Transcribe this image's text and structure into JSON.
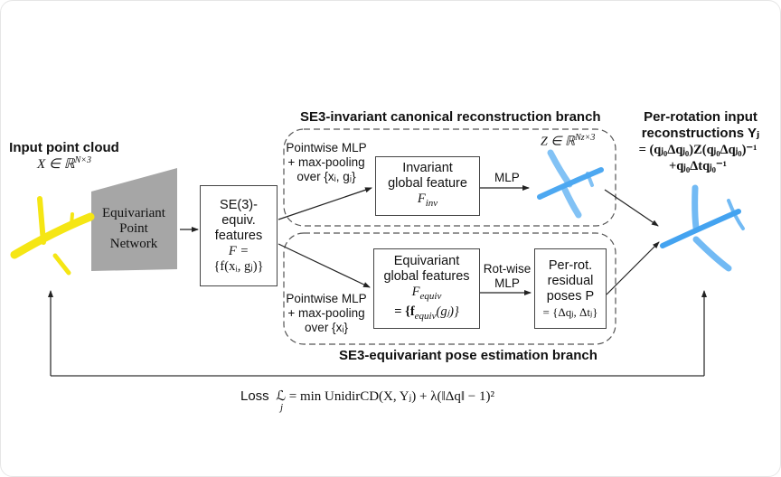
{
  "input": {
    "title": "Input point cloud",
    "formula": "X ∈ ℝ",
    "formula_sup": "N×3",
    "point_cloud_color": "#f5e614"
  },
  "network": {
    "label_lines": [
      "Equivariant",
      "Point",
      "Network"
    ],
    "fill_color": "#a6a6a6"
  },
  "se3_box": {
    "lines": [
      "SE(3)-",
      "equiv.",
      "features"
    ],
    "formula_1": "F =",
    "formula_2": "{f(xᵢ, gⱼ)}"
  },
  "invariant_branch": {
    "title": "SE3-invariant canonical reconstruction branch",
    "pooling_lines": [
      "Pointwise MLP",
      "+ max-pooling",
      "over {xᵢ, gⱼ}"
    ],
    "box_lines": [
      "Invariant",
      "global feature"
    ],
    "box_formula": "F",
    "box_formula_sub": "inv",
    "mlp_label": "MLP",
    "canonical_formula": "Z ∈ ℝ",
    "canonical_formula_sup": "Nz×3",
    "point_cloud_color": "#3a9ff0"
  },
  "equivariant_branch": {
    "title": "SE3-equivariant pose estimation branch",
    "pooling_lines": [
      "Pointwise MLP",
      "+ max-pooling",
      "over {xᵢ}"
    ],
    "box_lines": [
      "Equivariant",
      "global features"
    ],
    "box_formula": "F",
    "box_formula_sub": "equiv",
    "box_formula_2": "= {f",
    "box_formula_2_sub": "equiv",
    "box_formula_2_tail": "(gⱼ)}",
    "rot_mlp_lines": [
      "Rot-wise",
      "MLP"
    ],
    "pose_box_lines": [
      "Per-rot.",
      "residual",
      "poses P"
    ],
    "pose_formula": "= {Δqⱼ, Δtⱼ}"
  },
  "output": {
    "title_1": "Per-rotation input",
    "title_2": "reconstructions Yⱼ",
    "formula_1": "= (qⱼ₀Δqⱼ₀)Z(qⱼ₀Δqⱼ₀)⁻¹",
    "formula_2": "+qⱼ₀Δtqⱼ₀⁻¹",
    "point_cloud_color": "#3a9ff0"
  },
  "loss": {
    "label": "Loss",
    "formula": "ℒ = min UnidirCD(X, Yⱼ) + λ(‖Δq‖ − 1)²",
    "min_sub": "j"
  }
}
